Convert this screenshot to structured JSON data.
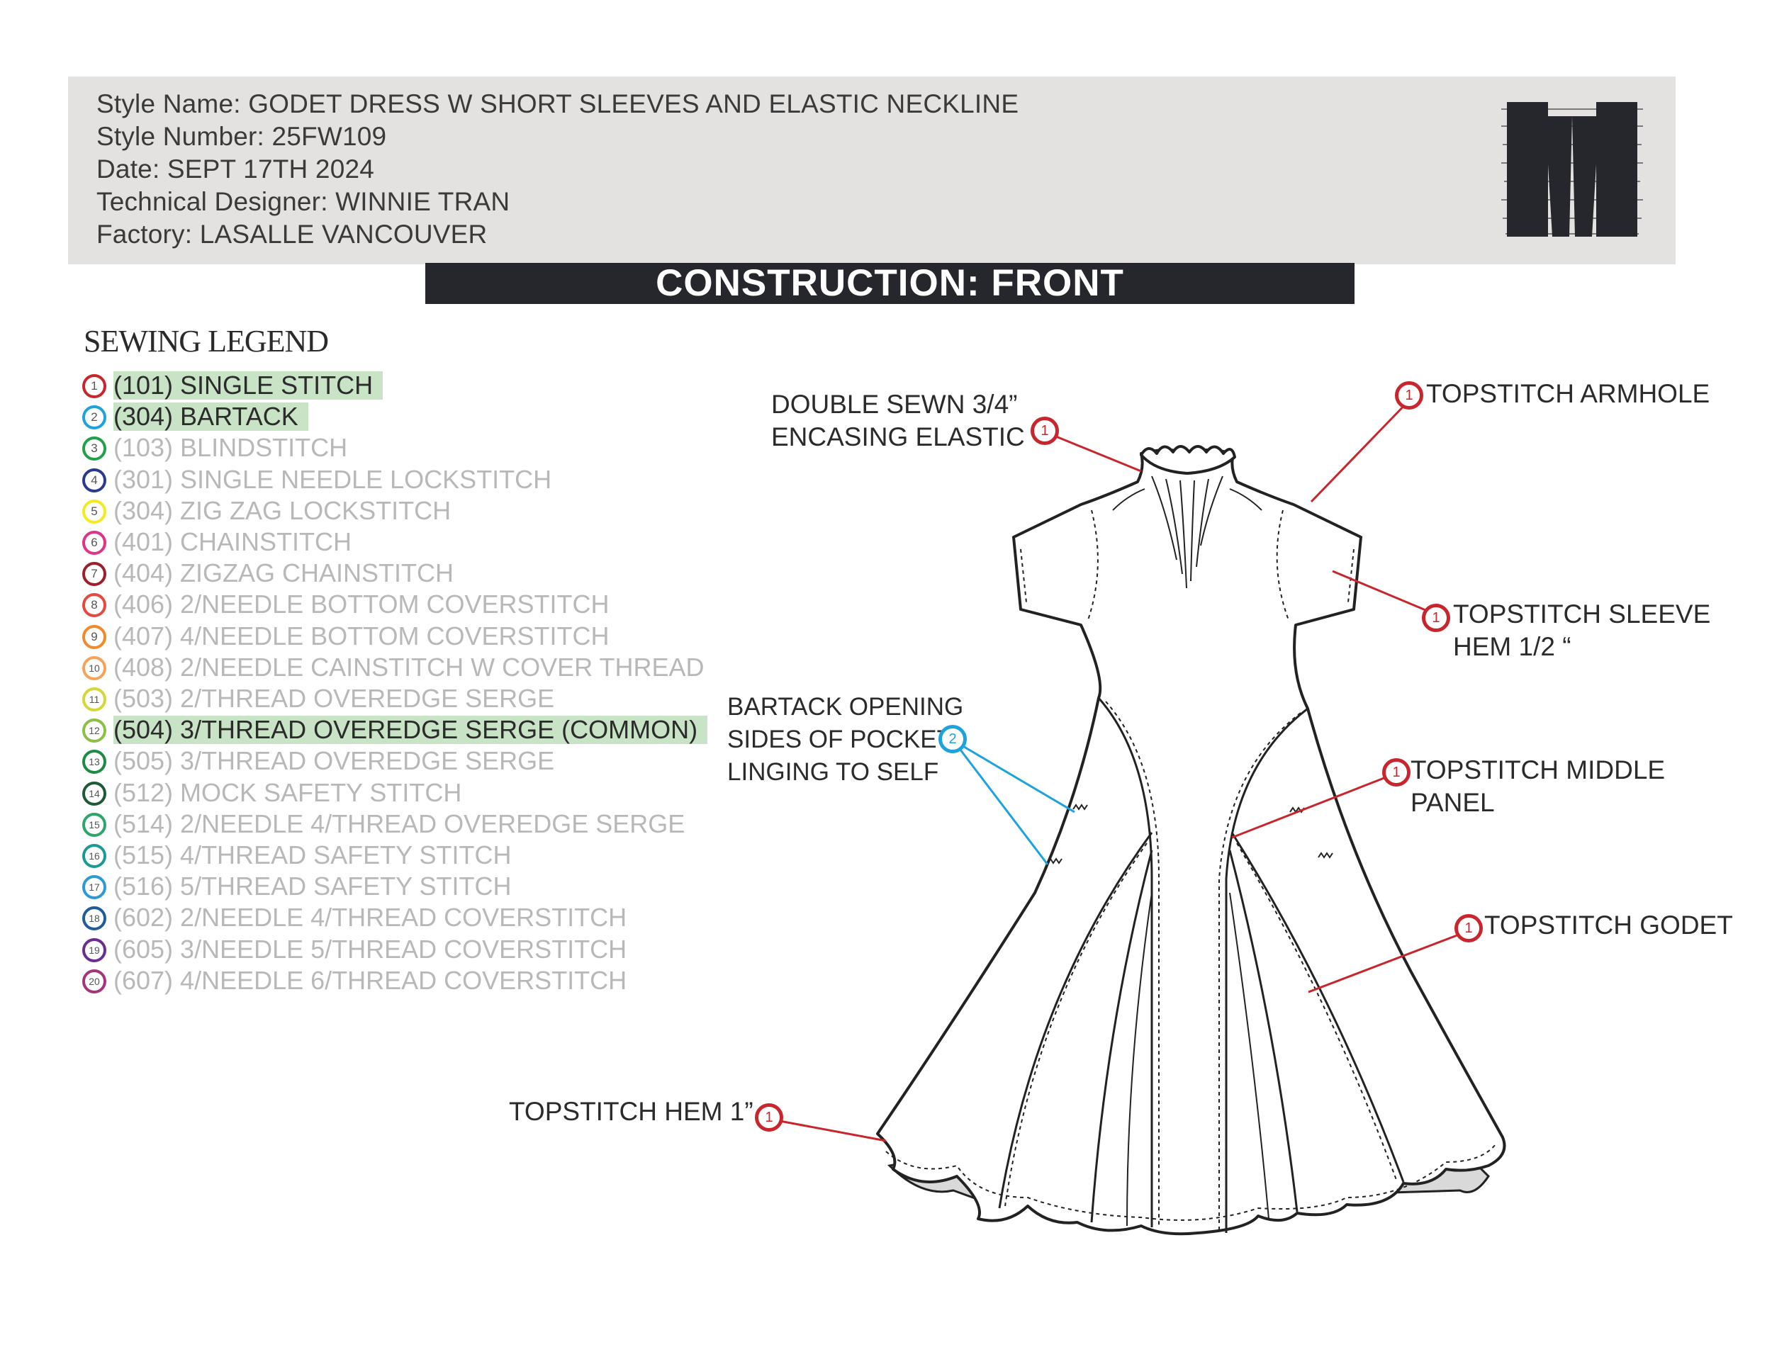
{
  "header": {
    "style_name": "Style Name: GODET DRESS W SHORT SLEEVES AND ELASTIC NECKLINE",
    "style_number": "Style Number: 25FW109",
    "date": "Date: SEPT 17TH 2024",
    "technical_designer": "Technical Designer: WINNIE TRAN",
    "factory": "Factory: LASALLE VANCOUVER"
  },
  "title": "CONSTRUCTION: FRONT",
  "legend": {
    "heading": "SEWING LEGEND",
    "items": [
      {
        "num": "1",
        "label": "(101) SINGLE STITCH",
        "color": "#c8262c",
        "active": true
      },
      {
        "num": "2",
        "label": "(304) BARTACK",
        "color": "#1ca2dd",
        "active": true
      },
      {
        "num": "3",
        "label": "(103) BLINDSTITCH",
        "color": "#22a04b",
        "active": false
      },
      {
        "num": "4",
        "label": "(301) SINGLE NEEDLE LOCKSTITCH",
        "color": "#2b3a8f",
        "active": false
      },
      {
        "num": "5",
        "label": "(304) ZIG ZAG LOCKSTITCH",
        "color": "#f4ea1f",
        "active": false
      },
      {
        "num": "6",
        "label": "(401) CHAINSTITCH",
        "color": "#e0338a",
        "active": false
      },
      {
        "num": "7",
        "label": "(404) ZIGZAG CHAINSTITCH",
        "color": "#9e1e2c",
        "active": false
      },
      {
        "num": "8",
        "label": "(406) 2/NEEDLE BOTTOM COVERSTITCH",
        "color": "#e5493f",
        "active": false
      },
      {
        "num": "9",
        "label": "(407) 4/NEEDLE BOTTOM COVERSTITCH",
        "color": "#f08a2b",
        "active": false
      },
      {
        "num": "10",
        "label": "(408) 2/NEEDLE CAINSTITCH W COVER THREAD",
        "color": "#f5a35a",
        "active": false
      },
      {
        "num": "11",
        "label": "(503) 2/THREAD OVEREDGE SERGE",
        "color": "#d5d63a",
        "active": false
      },
      {
        "num": "12",
        "label": "(504) 3/THREAD OVEREDGE SERGE (COMMON)",
        "color": "#8bbf47",
        "active": true
      },
      {
        "num": "13",
        "label": "(505) 3/THREAD OVEREDGE SERGE",
        "color": "#1e8a46",
        "active": false
      },
      {
        "num": "14",
        "label": "(512) MOCK SAFETY STITCH",
        "color": "#1d5a35",
        "active": false
      },
      {
        "num": "15",
        "label": "(514) 2/NEEDLE 4/THREAD OVEREDGE SERGE",
        "color": "#2ea56b",
        "active": false
      },
      {
        "num": "16",
        "label": "(515) 4/THREAD SAFETY STITCH",
        "color": "#1b9a96",
        "active": false
      },
      {
        "num": "17",
        "label": "(516) 5/THREAD SAFETY STITCH",
        "color": "#2b9ad6",
        "active": false
      },
      {
        "num": "18",
        "label": "(602) 2/NEEDLE 4/THREAD COVERSTITCH",
        "color": "#1f5c9c",
        "active": false
      },
      {
        "num": "19",
        "label": "(605) 3/NEEDLE 5/THREAD COVERSTITCH",
        "color": "#6a2f8e",
        "active": false
      },
      {
        "num": "20",
        "label": "(607) 4/NEEDLE 6/THREAD COVERSTITCH",
        "color": "#a5357a",
        "active": false
      }
    ]
  },
  "callouts": {
    "elastic": {
      "num": "1",
      "line1": "DOUBLE SEWN 3/4”",
      "line2": "ENCASING ELASTIC"
    },
    "armhole": {
      "num": "1",
      "line1": "TOPSTITCH ARMHOLE"
    },
    "sleeve": {
      "num": "1",
      "line1": "TOPSTITCH SLEEVE",
      "line2": "HEM 1/2 “"
    },
    "bartack": {
      "num": "2",
      "line1": "BARTACK OPENING",
      "line2": "SIDES OF POCKET",
      "line3": "LINGING TO SELF"
    },
    "middle_panel": {
      "num": "1",
      "line1": "TOPSTITCH MIDDLE",
      "line2": "PANEL"
    },
    "godet": {
      "num": "1",
      "line1": "TOPSTITCH GODET"
    },
    "hem": {
      "num": "1",
      "line1": "TOPSTITCH HEM 1”"
    }
  },
  "colors": {
    "stitch_red": "#c8262c",
    "bartack_blue": "#1ca2dd",
    "title_bar": "#26262d",
    "header_bg": "#e3e2e0",
    "highlight": "#c9e3c6"
  }
}
